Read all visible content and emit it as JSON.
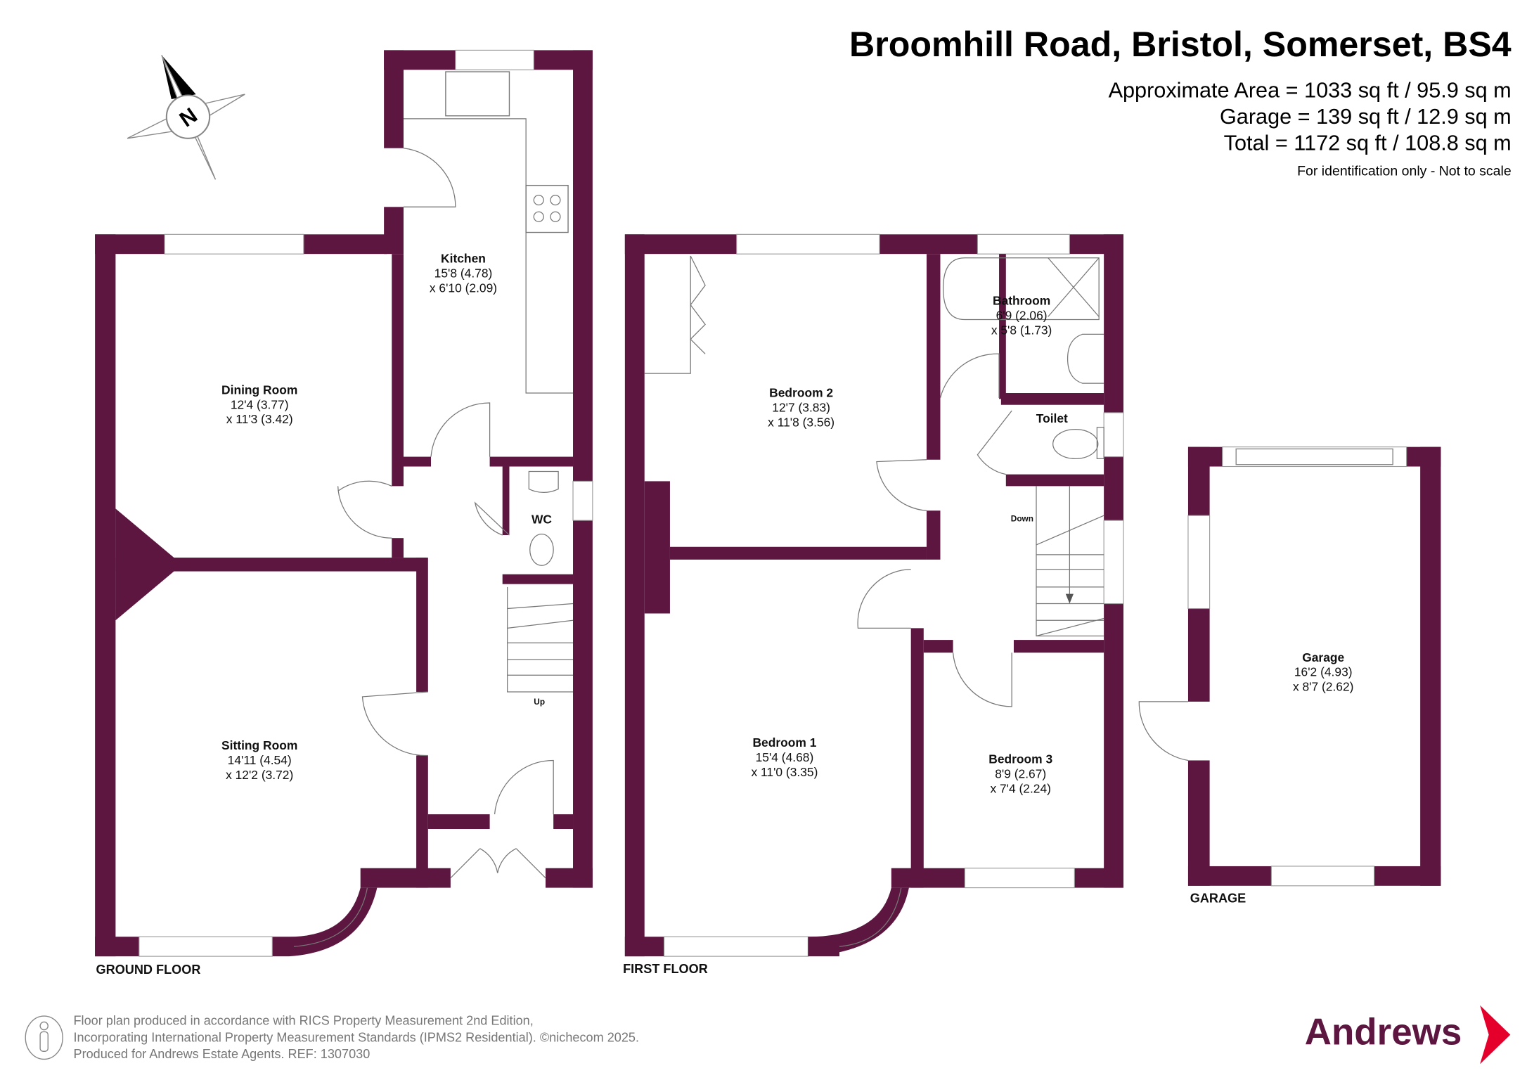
{
  "header": {
    "title": "Broomhill Road, Bristol, Somerset, BS4",
    "approx_area": "Approximate Area = 1033 sq ft / 95.9 sq m",
    "garage_area": "Garage = 139 sq ft / 12.9 sq m",
    "total_area": "Total = 1172 sq ft / 108.8 sq m",
    "disclaimer": "For identification only - Not to scale"
  },
  "compass": {
    "label": "N"
  },
  "ground_floor": {
    "label": "GROUND FLOOR",
    "rooms": [
      {
        "name": "Kitchen",
        "dim1": "15'8 (4.78)",
        "dim2": "x 6'10 (2.09)"
      },
      {
        "name": "Dining Room",
        "dim1": "12'4 (3.77)",
        "dim2": "x 11'3 (3.42)"
      },
      {
        "name": "Sitting Room",
        "dim1": "14'11 (4.54)",
        "dim2": "x 12'2 (3.72)"
      },
      {
        "name": "WC"
      }
    ],
    "stairs_label": "Up"
  },
  "first_floor": {
    "label": "FIRST FLOOR",
    "rooms": [
      {
        "name": "Bedroom 2",
        "dim1": "12'7 (3.83)",
        "dim2": "x 11'8 (3.56)"
      },
      {
        "name": "Bathroom",
        "dim1": "6'9 (2.06)",
        "dim2": "x 5'8 (1.73)"
      },
      {
        "name": "Toilet"
      },
      {
        "name": "Bedroom 1",
        "dim1": "15'4 (4.68)",
        "dim2": "x 11'0 (3.35)"
      },
      {
        "name": "Bedroom 3",
        "dim1": "8'9 (2.67)",
        "dim2": "x 7'4 (2.24)"
      }
    ],
    "stairs_label": "Down"
  },
  "garage": {
    "label": "GARAGE",
    "rooms": [
      {
        "name": "Garage",
        "dim1": "16'2 (4.93)",
        "dim2": "x 8'7 (2.62)"
      }
    ]
  },
  "footer": {
    "line1": "Floor plan produced in accordance with RICS Property Measurement 2nd Edition,",
    "line2": "Incorporating International Property Measurement Standards (IPMS2 Residential).   ©nichecom 2025.",
    "line3": "Produced for Andrews Estate Agents.   REF: 1307030"
  },
  "logo": {
    "text": "Andrews"
  },
  "colors": {
    "wall": "#5c1640",
    "logo_arrow": "#e4002b"
  }
}
